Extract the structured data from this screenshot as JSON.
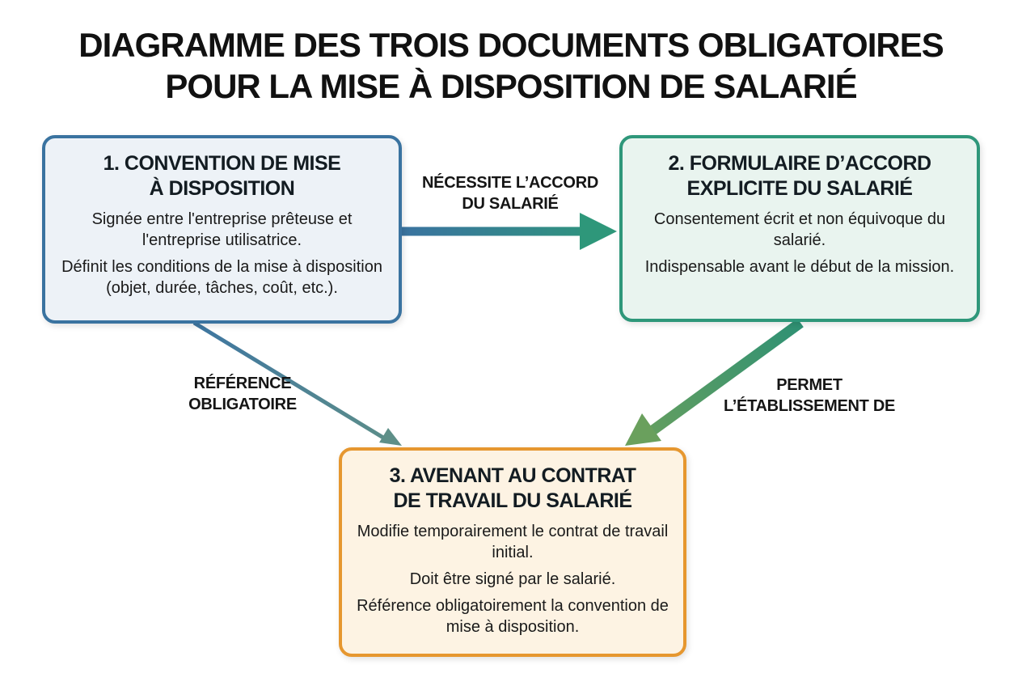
{
  "title": {
    "line1": "DIAGRAMME DES TROIS DOCUMENTS OBLIGATOIRES",
    "line2": "POUR LA MISE À DISPOSITION DE SALARIÉ"
  },
  "boxes": [
    {
      "id": "convention",
      "title_line1": "1. CONVENTION DE MISE",
      "title_line2": "À DISPOSITION",
      "paragraphs": [
        "Signée entre l'entreprise prêteuse et l'entreprise utilisatrice.",
        "Définit les conditions de la mise à disposition (objet, durée, tâches, coût, etc.)."
      ],
      "border_color": "#3a73a0",
      "background_color": "#edf2f7"
    },
    {
      "id": "formulaire",
      "title_line1": "2. FORMULAIRE D’ACCORD",
      "title_line2": "EXPLICITE DU SALARIÉ",
      "paragraphs": [
        "Consentement écrit et non équivoque du salarié.",
        "Indispensable avant le début de la mission."
      ],
      "border_color": "#2e977a",
      "background_color": "#e9f4ef"
    },
    {
      "id": "avenant",
      "title_line1": "3. AVENANT AU CONTRAT",
      "title_line2": "DE TRAVAIL DU SALARIÉ",
      "paragraphs": [
        "Modifie temporairement le contrat de travail initial.",
        "Doit être signé par le salarié.",
        "Référence obligatoirement la convention de mise à disposition."
      ],
      "border_color": "#e6972f",
      "background_color": "#fdf3e3"
    }
  ],
  "arrows": [
    {
      "id": "necessite",
      "from": "convention",
      "to": "formulaire",
      "label_line1": "NÉCESSITE L’ACCORD",
      "label_line2": "DU SALARIÉ",
      "gradient": [
        "#3a73a0",
        "#2e977a"
      ],
      "head_color": "#2e977a"
    },
    {
      "id": "reference",
      "from": "convention",
      "to": "avenant",
      "label_line1": "RÉFÉRENCE",
      "label_line2": "OBLIGATOIRE",
      "gradient": [
        "#3e76a1",
        "#5e8f88"
      ],
      "head_color": "#5e8f88"
    },
    {
      "id": "permet",
      "from": "formulaire",
      "to": "avenant",
      "label_line1": "PERMET",
      "label_line2": "L’ÉTABLISSEMENT DE",
      "gradient": [
        "#2f9174",
        "#6aa05d"
      ],
      "head_color": "#6aa05d"
    }
  ]
}
